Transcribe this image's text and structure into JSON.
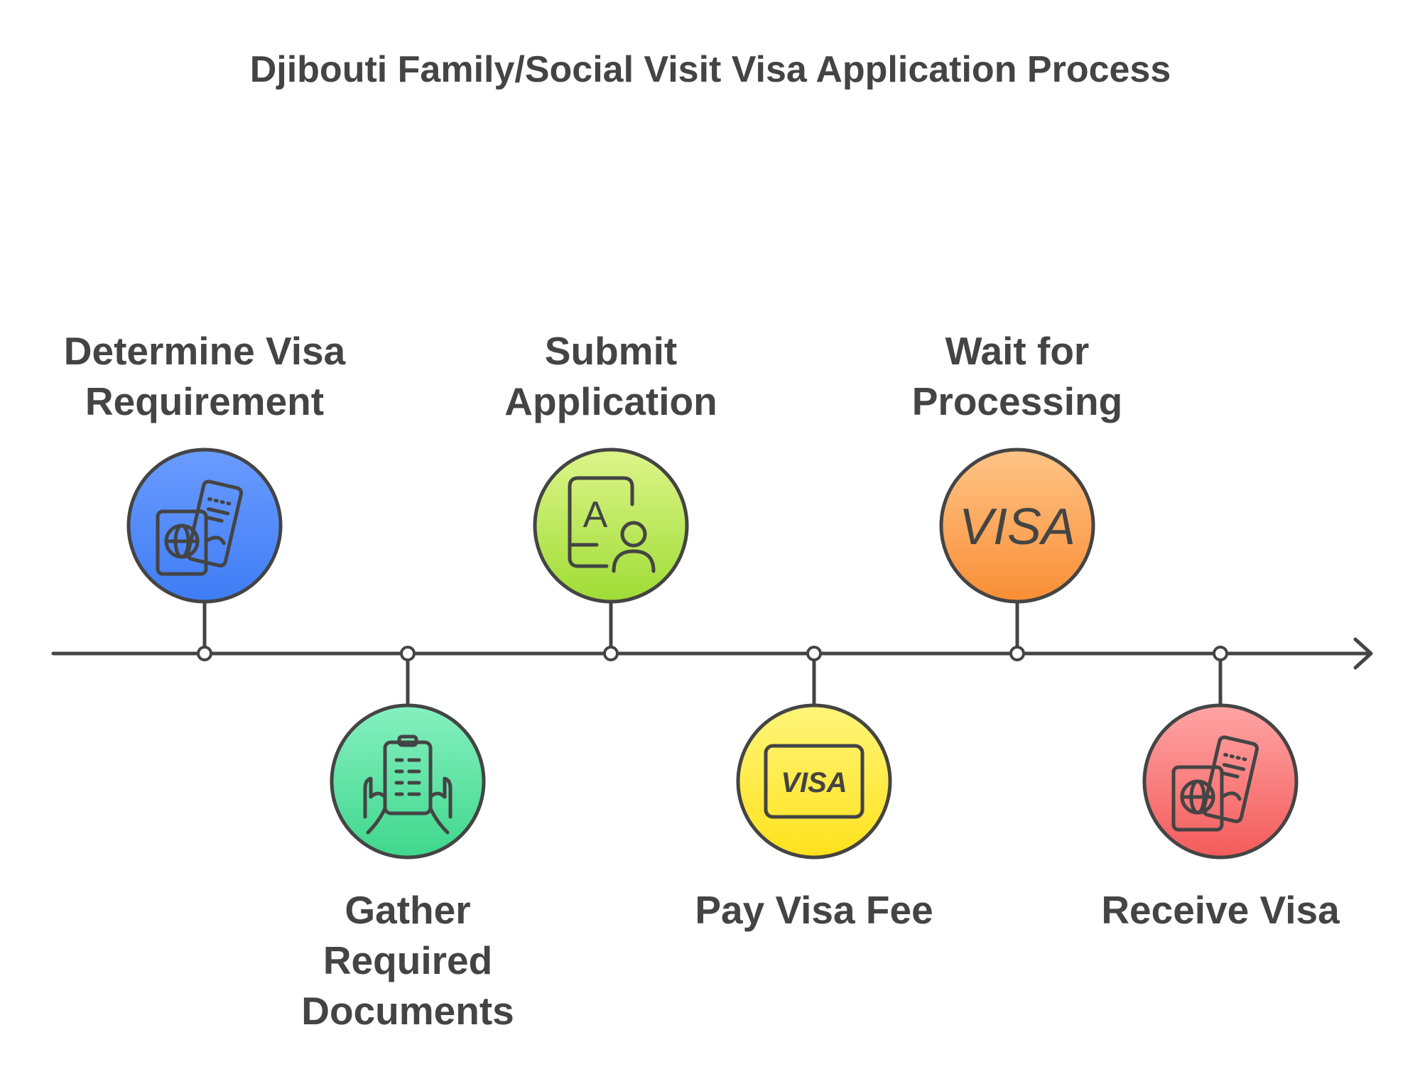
{
  "title": "Djibouti Family/Social Visit Visa Application Process",
  "steps": [
    {
      "label_lines": [
        "Determine Visa",
        "Requirement"
      ],
      "icon": "passport-ticket-icon",
      "position": "above",
      "color_top": "#6a9bff",
      "color_bottom": "#3f7df5"
    },
    {
      "label_lines": [
        "Gather",
        "Required",
        "Documents"
      ],
      "icon": "document-in-hands-icon",
      "position": "below",
      "color_top": "#86f0bf",
      "color_bottom": "#3fd78d"
    },
    {
      "label_lines": [
        "Submit",
        "Application"
      ],
      "icon": "application-form-person-icon",
      "position": "above",
      "color_top": "#ddf58a",
      "color_bottom": "#9fdc35"
    },
    {
      "label_lines": [
        "Pay Visa Fee"
      ],
      "icon": "visa-card-icon",
      "position": "below",
      "color_top": "#fff57a",
      "color_bottom": "#ffe21c"
    },
    {
      "label_lines": [
        "Wait for",
        "Processing"
      ],
      "icon": "visa-text-icon",
      "position": "above",
      "color_top": "#ffc487",
      "color_bottom": "#f98e35"
    },
    {
      "label_lines": [
        "Receive Visa"
      ],
      "icon": "passport-ticket-icon",
      "position": "below",
      "color_top": "#ffa4a4",
      "color_bottom": "#f45b5b"
    }
  ],
  "icon_texts": {
    "form_letter": "A",
    "card_text": "VISA",
    "badge_text": "VISA"
  },
  "colors": {
    "text": "#444444",
    "outline": "#444444",
    "background": "#ffffff"
  }
}
